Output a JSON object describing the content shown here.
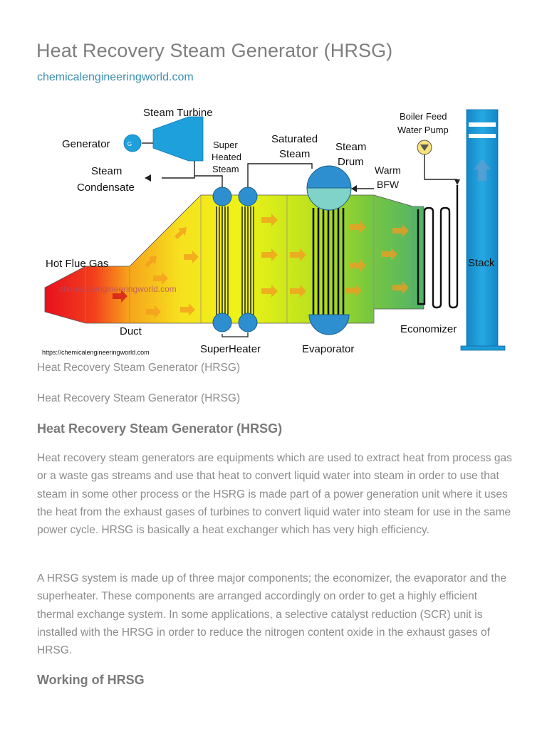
{
  "page": {
    "title": "Heat Recovery Steam Generator (HRSG)",
    "source_link": "chemicalengineeringworld.com"
  },
  "figure": {
    "labels": {
      "steam_turbine": "Steam Turbine",
      "generator": "Generator",
      "generator_symbol": "G",
      "steam_condensate_1": "Steam",
      "steam_condensate_2": "Condensate",
      "super_heated_1": "Super",
      "super_heated_2": "Heated",
      "super_heated_3": "Steam",
      "saturated_1": "Saturated",
      "saturated_2": "Steam",
      "steam_drum_1": "Steam",
      "steam_drum_2": "Drum",
      "boiler_feed_1": "Boiler Feed",
      "boiler_feed_2": "Water Pump",
      "warm_bfw_1": "Warm",
      "warm_bfw_2": "BFW",
      "hot_flue_gas": "Hot Flue Gas",
      "watermark": "chemicalengineeringworld.com",
      "duct": "Duct",
      "stack": "Stack",
      "economizer": "Economizer",
      "superheater": "SuperHeater",
      "evaporator": "Evaporator",
      "url": "https://chemicalengineeringworld.com"
    },
    "colors": {
      "stack_blue": "#1e9ad6",
      "drum_blue": "#2e8fd0",
      "gas_hot": "#e8101e",
      "gas_cool": "#4fb26a"
    }
  },
  "captions": [
    "Heat Recovery Steam Generator (HRSG)",
    "Heat Recovery Steam Generator (HRSG)"
  ],
  "sections": [
    {
      "heading": "Heat Recovery Steam Generator (HRSG)",
      "paragraphs": [
        "Heat recovery steam generators are equipments which are used to extract heat from process gas or a waste gas streams and use that heat to convert liquid water into steam in order to use that steam in some other process or the HSRG is made part of a power generation unit where it uses the heat from the exhaust gases of turbines to convert liquid water into steam for use in the same power cycle. HRSG is basically a heat exchanger which has very high efficiency.",
        "A HRSG system is made up of three major components; the economizer, the evaporator and the superheater. These components are arranged accordingly on order to get a highly efficient thermal exchange system. In some applications, a selective catalyst reduction (SCR) unit is installed with the HRSG in order to reduce the nitrogen content oxide in the exhaust gases of HRSG."
      ]
    },
    {
      "heading": "Working of HRSG"
    }
  ]
}
